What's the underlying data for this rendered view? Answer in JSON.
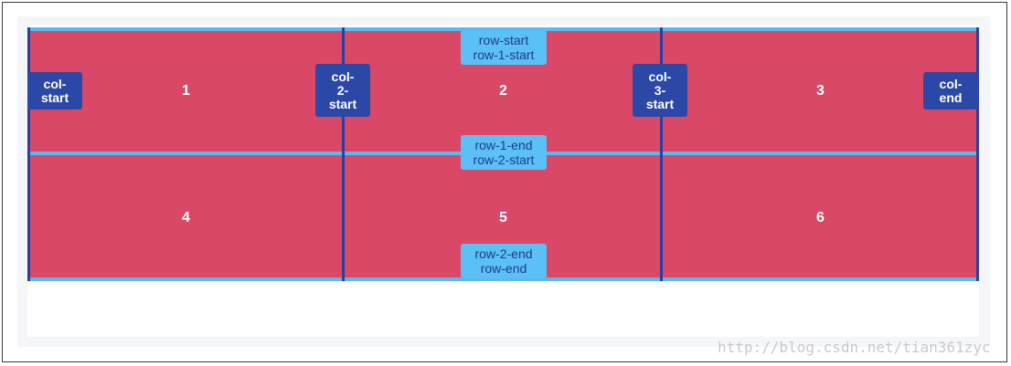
{
  "cells": [
    "1",
    "2",
    "3",
    "4",
    "5",
    "6"
  ],
  "row_lines": [
    [
      "row-start",
      "row-1-start"
    ],
    [
      "row-1-end",
      "row-2-start"
    ],
    [
      "row-2-end",
      "row-end"
    ]
  ],
  "col_lines": [
    [
      "col-",
      "start"
    ],
    [
      "col-",
      "2-",
      "start"
    ],
    [
      "col-",
      "3-",
      "start"
    ],
    [
      "col-",
      "end"
    ]
  ],
  "watermark": "http://blog.csdn.net/tian361zyc",
  "colors": {
    "cell": "#d94867",
    "row_line": "#5ab9ee",
    "row_tag": "#5bc0f5",
    "col_line": "#2b3fa0",
    "col_tag": "#2b48a6"
  }
}
